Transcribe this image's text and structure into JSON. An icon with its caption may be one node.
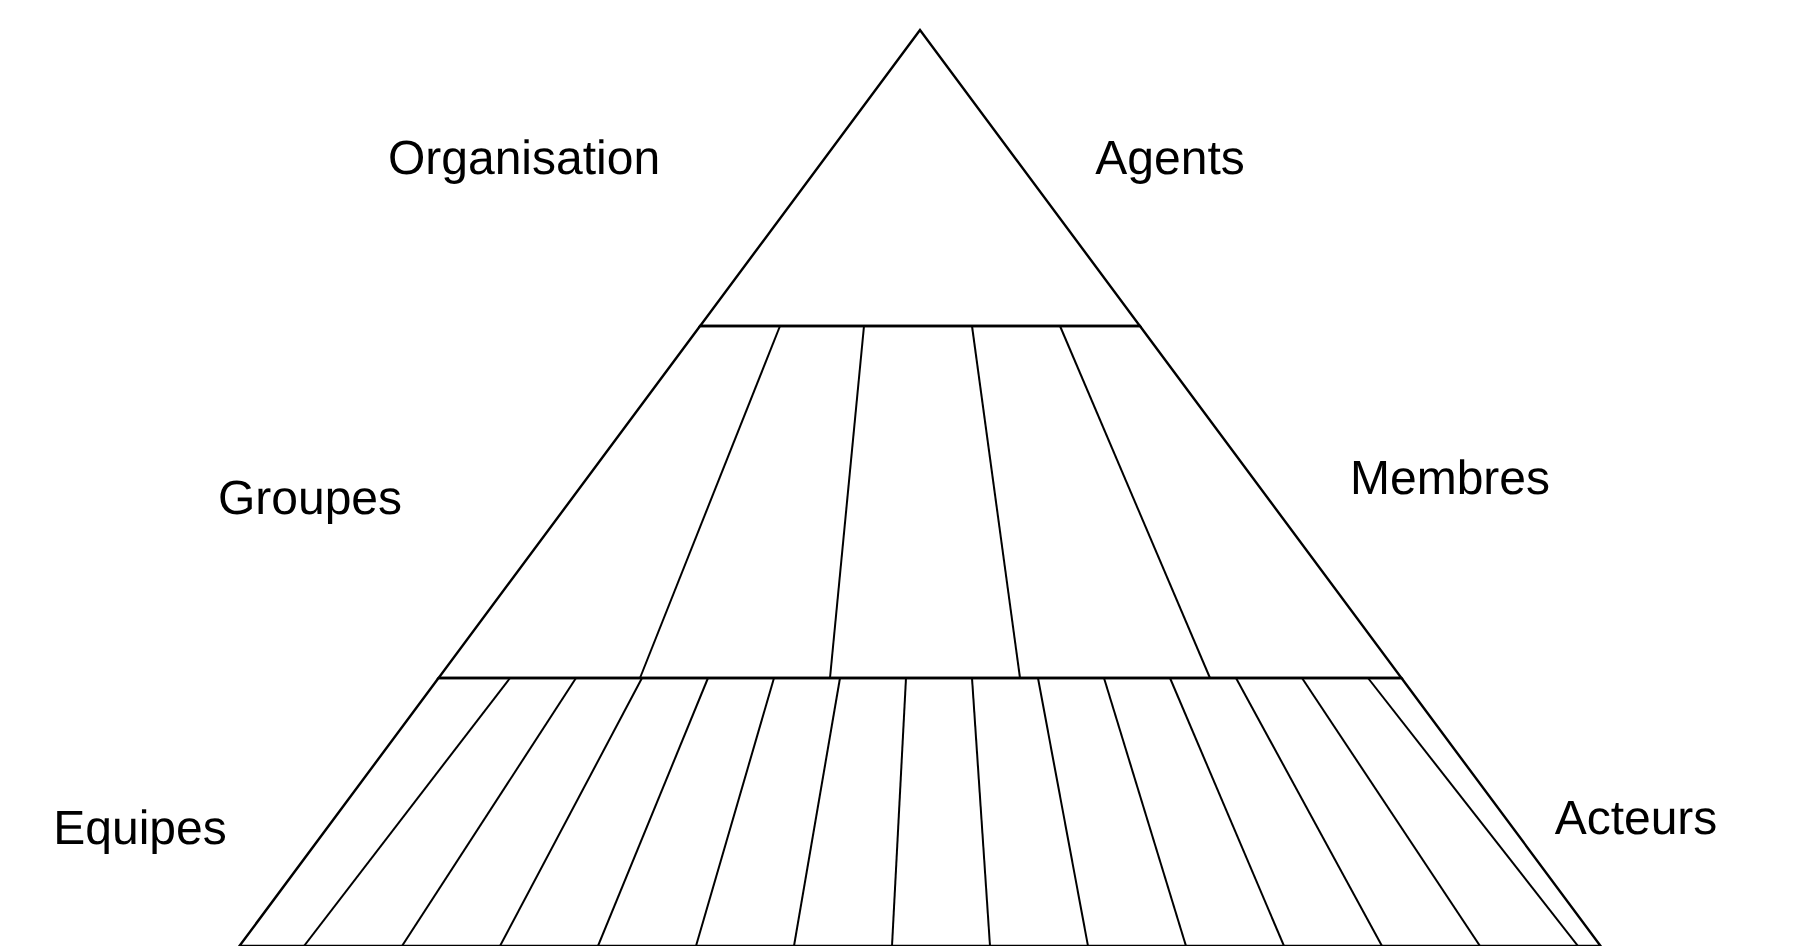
{
  "diagram": {
    "nodes": [
      {
        "text": [
          "Organisation",
          "Agents"
        ]
      },
      {
        "text": [
          "Groupes",
          "Membres"
        ]
      },
      {
        "text": [
          "Equipes",
          "Acteurs"
        ]
      }
    ]
  }
}
